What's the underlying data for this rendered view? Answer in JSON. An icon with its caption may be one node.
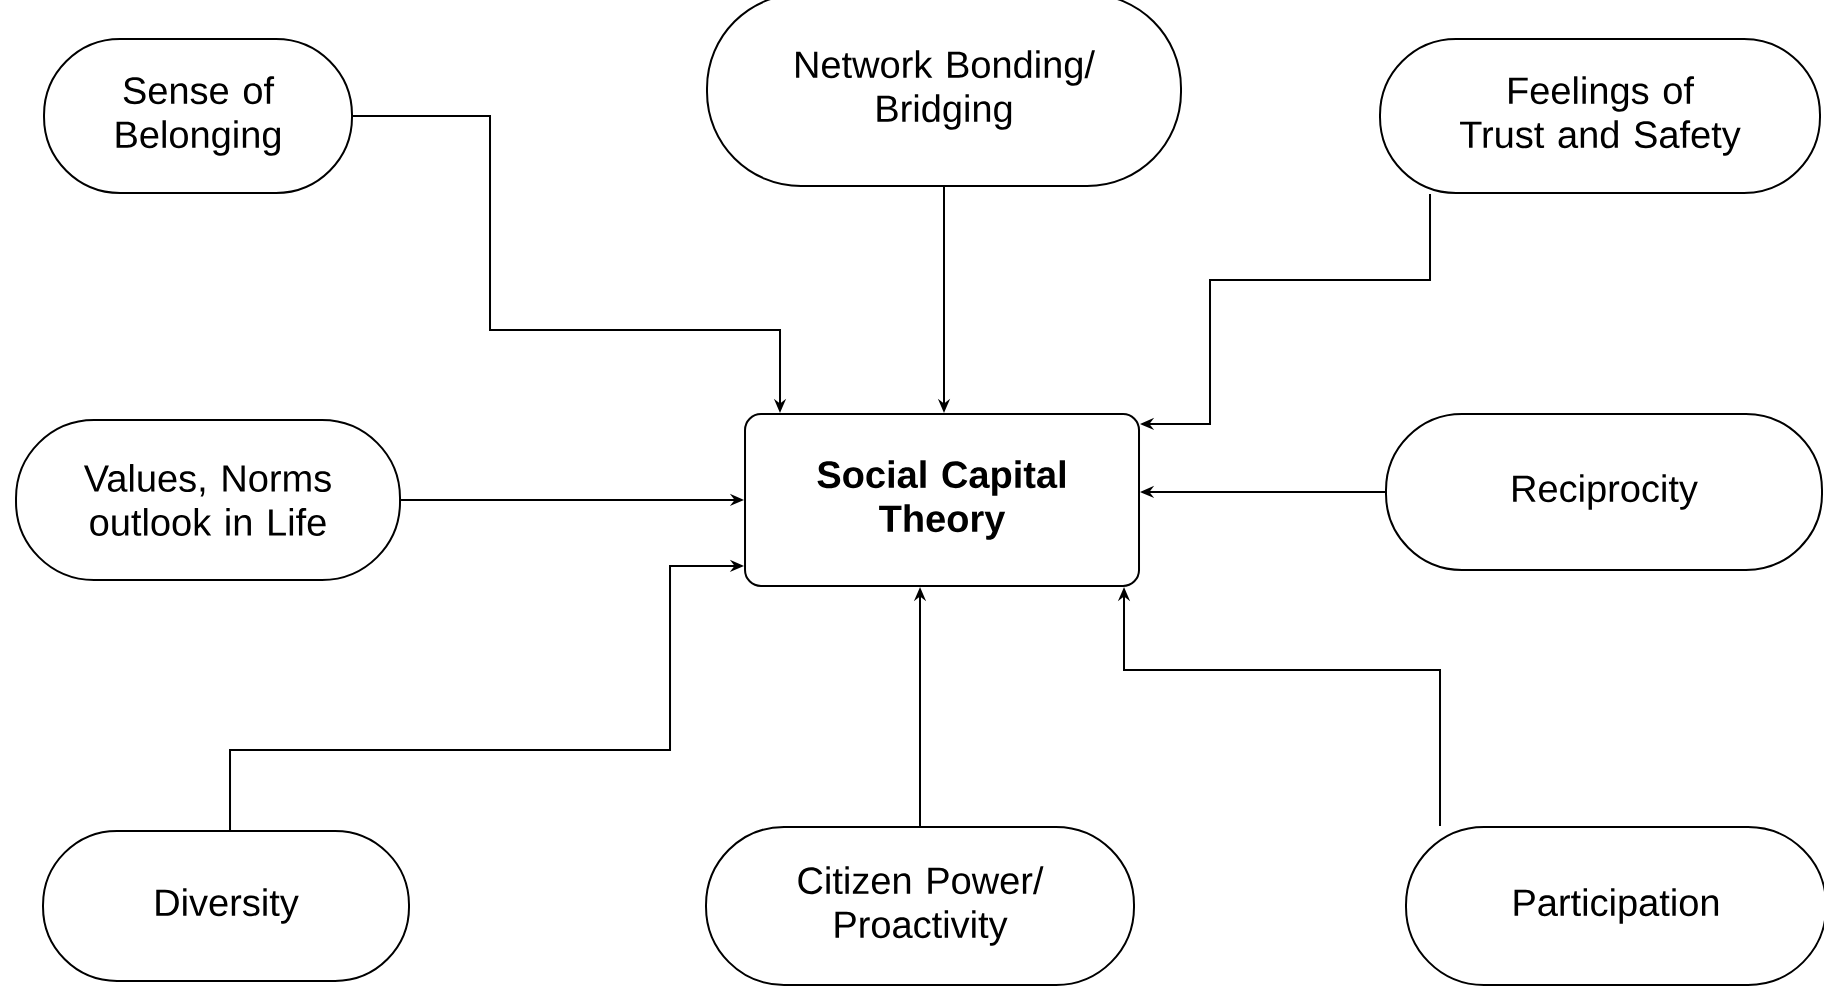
{
  "diagram": {
    "nodes": [
      {
        "text": [
          "**Social Capital Theory**"
        ]
      },
      {
        "text": [
          "Sense of Belonging"
        ]
      },
      {
        "text": [
          "Network Bonding/ Bridging"
        ]
      },
      {
        "text": [
          "Feelings of Trust and Safety"
        ]
      },
      {
        "text": [
          "Values, Norms outlook in Life"
        ]
      },
      {
        "text": [
          "Reciprocity"
        ]
      },
      {
        "text": [
          "Diversity"
        ]
      },
      {
        "text": [
          "Citizen Power/ Proactivity"
        ]
      },
      {
        "text": [
          "Participation"
        ]
      }
    ],
    "edges": [
      {
        "from": 1,
        "to": 0,
        "arrow": "to"
      },
      {
        "from": 2,
        "to": 0,
        "arrow": "to"
      },
      {
        "from": 3,
        "to": 0,
        "arrow": "to"
      },
      {
        "from": 4,
        "to": 0,
        "arrow": "to"
      },
      {
        "from": 5,
        "to": 0,
        "arrow": "to"
      },
      {
        "from": 6,
        "to": 0,
        "arrow": "to"
      },
      {
        "from": 7,
        "to": 0,
        "arrow": "to"
      },
      {
        "from": 8,
        "to": 0,
        "arrow": "to"
      }
    ]
  }
}
